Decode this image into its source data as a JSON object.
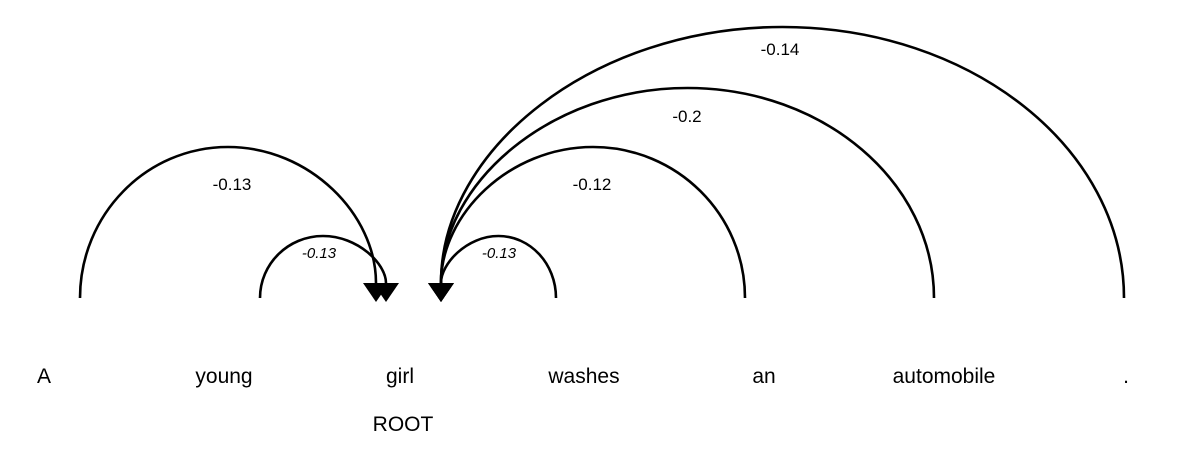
{
  "tokens": [
    {
      "text": "A"
    },
    {
      "text": "young"
    },
    {
      "text": "girl"
    },
    {
      "text": "washes"
    },
    {
      "text": "an"
    },
    {
      "text": "automobile"
    },
    {
      "text": "."
    }
  ],
  "root": {
    "token_index": 2,
    "label": "ROOT"
  },
  "arcs": [
    {
      "from": 0,
      "to": 2,
      "label": "-0.13"
    },
    {
      "from": 1,
      "to": 2,
      "label": "-0.13"
    },
    {
      "from": 3,
      "to": 2,
      "label": "-0.13"
    },
    {
      "from": 4,
      "to": 2,
      "label": "-0.12"
    },
    {
      "from": 5,
      "to": 2,
      "label": "-0.2"
    },
    {
      "from": 6,
      "to": 2,
      "label": "-0.14"
    }
  ]
}
